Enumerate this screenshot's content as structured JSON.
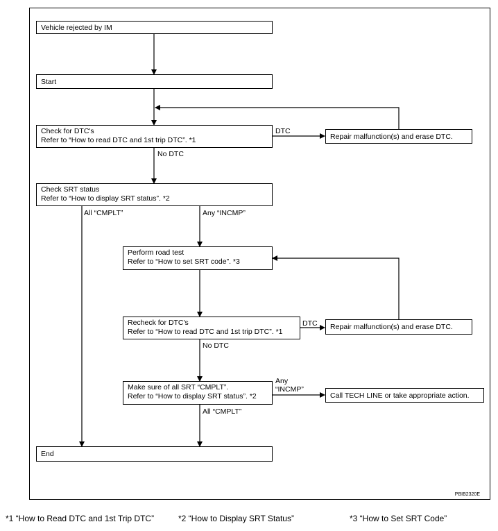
{
  "boxes": {
    "vehicle_rejected": "Vehicle rejected by IM",
    "start": "Start",
    "check_dtc_line1": "Check for DTC's",
    "check_dtc_line2": "Refer to “How to read DTC and 1st trip DTC”. *1",
    "repair_1": "Repair malfunction(s) and erase DTC.",
    "check_srt_line1": "Check SRT status",
    "check_srt_line2": "Refer to “How to display SRT status”. *2",
    "road_test_line1": "Perform road test",
    "road_test_line2": "Refer to “How to set SRT code”. *3",
    "recheck_dtc_line1": "Recheck for DTC's",
    "recheck_dtc_line2": "Refer to “How to read DTC and 1st trip DTC”. *1",
    "repair_2": "Repair malfunction(s) and erase DTC.",
    "make_sure_line1": "Make sure of all SRT “CMPLT”.",
    "make_sure_line2": "Refer to “How to display SRT status”. *2",
    "tech_line": "Call TECH LINE or take appropriate action.",
    "end": "End"
  },
  "labels": {
    "dtc_1": "DTC",
    "no_dtc_1": "No DTC",
    "all_cmplt_1": "All “CMPLT”",
    "any_incmp_1": "Any “INCMP”",
    "dtc_2": "DTC",
    "no_dtc_2": "No DTC",
    "any_incmp_2_line1": "Any",
    "any_incmp_2_line2": "“INCMP”",
    "all_cmplt_2": "All “CMPLT”"
  },
  "figure_code": "PBIB2320E",
  "footnotes": {
    "fn1": "*1   “How to Read DTC and 1st Trip DTC”",
    "fn2": "*2   “How to Display SRT Status”",
    "fn3": "*3   “How to Set SRT Code”"
  }
}
